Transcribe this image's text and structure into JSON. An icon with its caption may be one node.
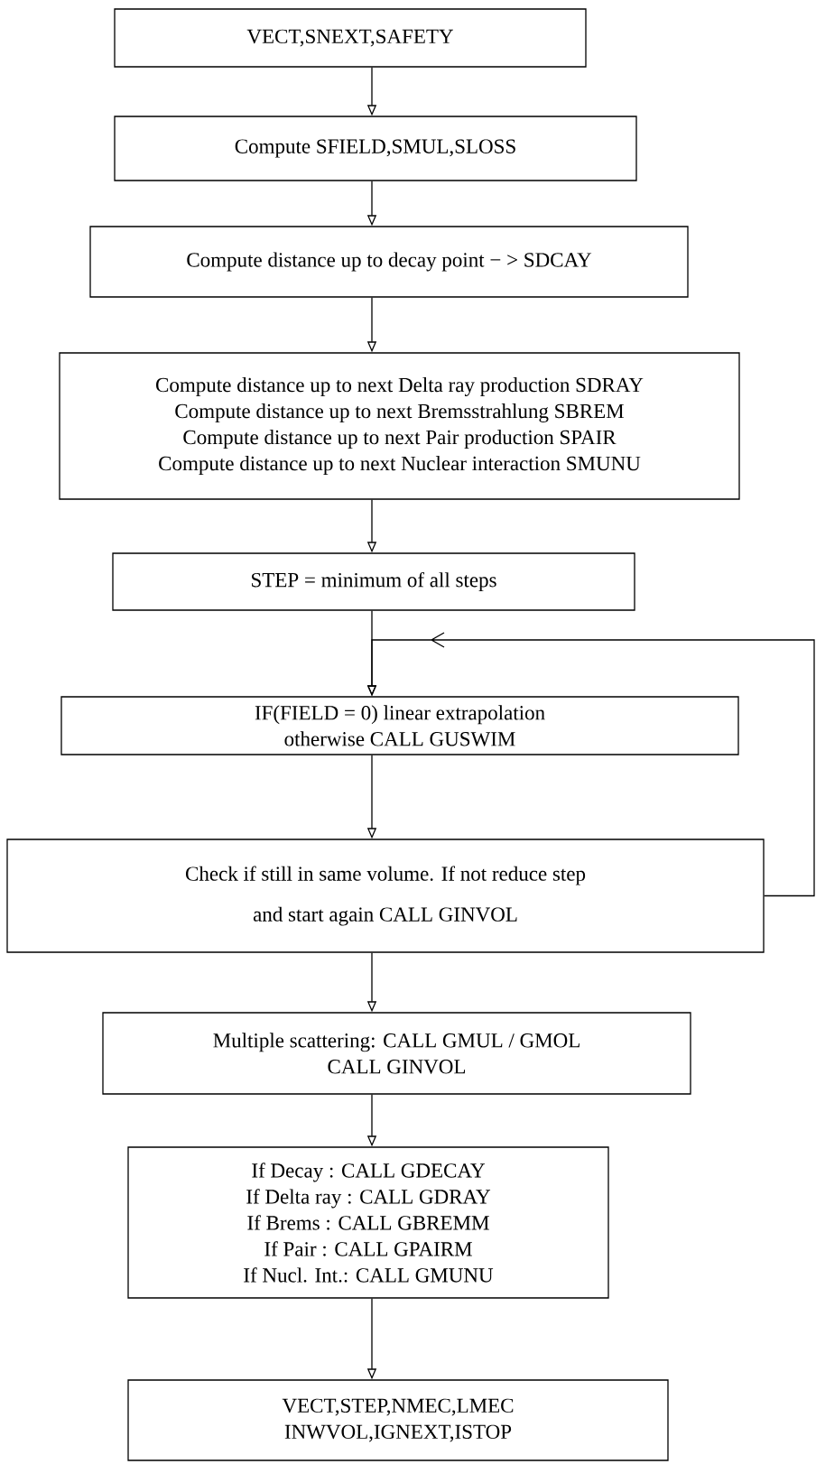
{
  "diagram": {
    "nodes": [
      {
        "text": [
          "VECT,SNEXT,SAFETY"
        ]
      },
      {
        "text": [
          "Compute SFIELD,SMUL,SLOSS"
        ]
      },
      {
        "text": [
          "Compute distance up to decay point − > SDCAY"
        ]
      },
      {
        "text": [
          "Compute distance up to next Delta ray production SDRAY",
          "Compute distance up to next Bremsstrahlung SBREM",
          "Compute distance up to next Pair production SPAIR",
          "Compute distance up to next Nuclear interaction SMUNU"
        ]
      },
      {
        "text": [
          "STEP = minimum of all steps"
        ]
      },
      {
        "text": [
          "IF(FIELD = 0) linear extrapolation",
          "otherwise CALL GUSWIM"
        ]
      },
      {
        "text": [
          "Check if still in same volume. If not reduce step",
          "and start again CALL GINVOL"
        ]
      },
      {
        "text": [
          "Multiple scattering:  CALL GMUL / GMOL",
          "CALL GINVOL"
        ]
      },
      {
        "text": [
          "If Decay :  CALL GDECAY",
          "If Delta ray : CALL GDRAY",
          "If Brems : CALL GBREMM",
          "If Pair  : CALL GPAIRM",
          "If Nucl. Int.: CALL GMUNU"
        ]
      },
      {
        "text": [
          "VECT,STEP,NMEC,LMEC",
          "INWVOL,IGNEXT,ISTOP"
        ]
      }
    ],
    "edges": [
      {
        "from": 0,
        "to": 1,
        "arrow": "to"
      },
      {
        "from": 1,
        "to": 2,
        "arrow": "to"
      },
      {
        "from": 2,
        "to": 3,
        "arrow": "to"
      },
      {
        "from": 3,
        "to": 4,
        "arrow": "to"
      },
      {
        "from": 4,
        "to": 5,
        "arrow": "to"
      },
      {
        "from": 5,
        "to": 6,
        "arrow": "to"
      },
      {
        "from": 6,
        "to": 7,
        "arrow": "to"
      },
      {
        "from": 7,
        "to": 8,
        "arrow": "to"
      },
      {
        "from": 8,
        "to": 9,
        "arrow": "to"
      },
      {
        "from": 6,
        "to": 5,
        "arrow": "to"
      }
    ]
  }
}
